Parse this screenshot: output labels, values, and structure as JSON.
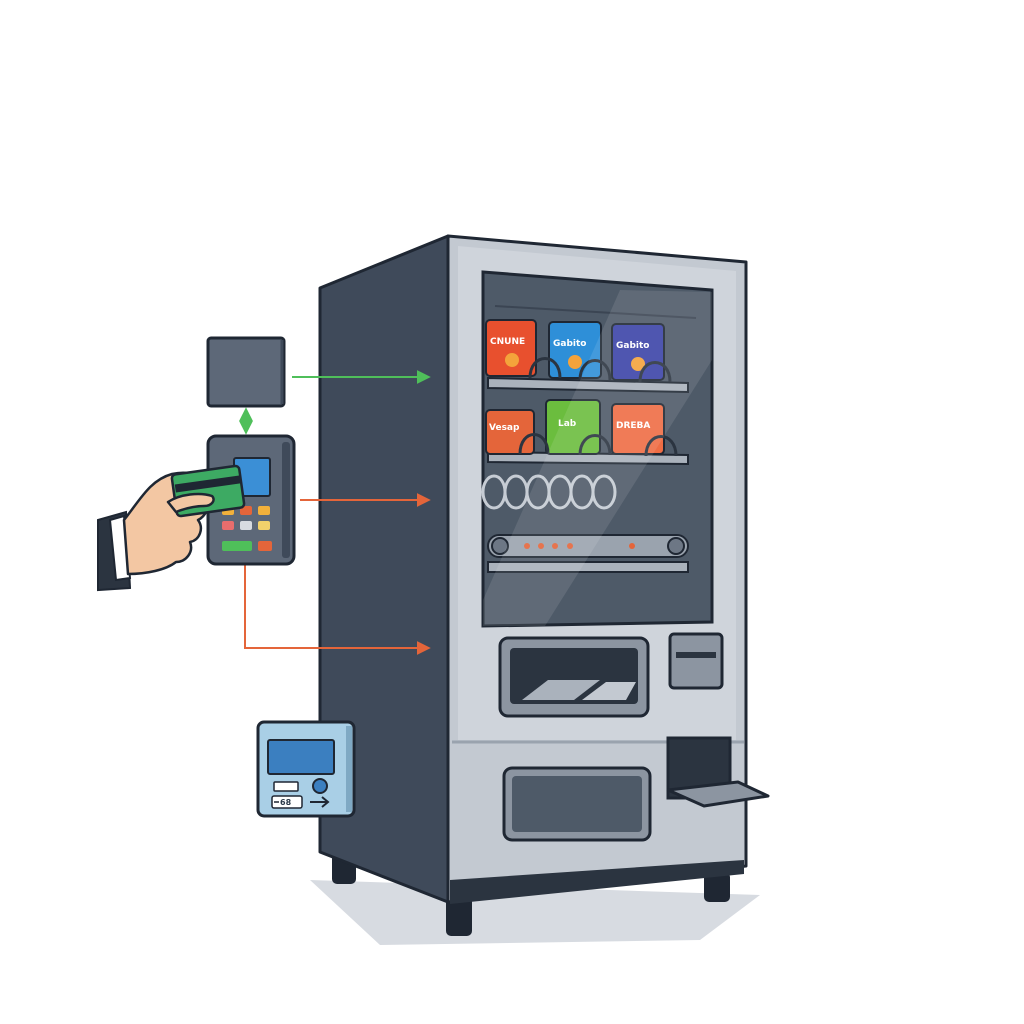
{
  "colors": {
    "cabinet_side": "#3f4a5a",
    "cabinet_front": "#c3c9d1",
    "glass": "#55606d",
    "outline": "#1f2733",
    "arrow_green": "#4fbf5a",
    "arrow_orange": "#e4653a",
    "terminal_body": "#5d6878",
    "terminal_screen": "#3b8fd6",
    "card": "#3daa63",
    "panel": "#a9cfe6"
  },
  "snacks": {
    "top": [
      {
        "label": "CNUNE",
        "color": "#e8502e"
      },
      {
        "label": "Gabito",
        "color": "#2e8fd8"
      },
      {
        "label": "Gabito",
        "color": "#3c43a8"
      }
    ],
    "middle": [
      {
        "label": "Vesap",
        "color": "#e4653a"
      },
      {
        "label": "Lab",
        "color": "#6bbd3e"
      },
      {
        "label": "DREBA",
        "color": "#ef6d45"
      }
    ]
  },
  "panel": {
    "button_label": "68"
  },
  "icons": [
    "user-hand-icon",
    "payment-card-icon",
    "card-terminal-icon",
    "network-module-icon",
    "control-panel-icon",
    "vending-machine-icon"
  ]
}
